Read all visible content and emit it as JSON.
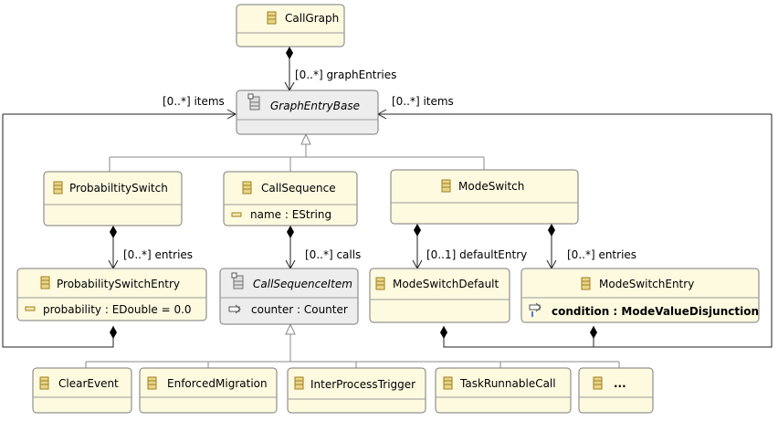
{
  "diagram": {
    "classes": {
      "callgraph": {
        "name": "CallGraph"
      },
      "graph_entry_base": {
        "name": "GraphEntryBase"
      },
      "probability_switch": {
        "name": "ProbabiltitySwitch"
      },
      "call_sequence": {
        "name": "CallSequence",
        "attr": "name : EString"
      },
      "mode_switch": {
        "name": "ModeSwitch"
      },
      "probability_switch_entry": {
        "name": "ProbabilitySwitchEntry",
        "attr": "probability : EDouble = 0.0"
      },
      "call_sequence_item": {
        "name": "CallSequenceItem",
        "attr": "counter : Counter"
      },
      "mode_switch_default": {
        "name": "ModeSwitchDefault"
      },
      "mode_switch_entry": {
        "name": "ModeSwitchEntry",
        "attr": "condition : ModeValueDisjunction"
      },
      "clear_event": {
        "name": "ClearEvent"
      },
      "enforced_migration": {
        "name": "EnforcedMigration"
      },
      "inter_process_trigger": {
        "name": "InterProcessTrigger"
      },
      "task_runnable_call": {
        "name": "TaskRunnableCall"
      },
      "more": {
        "name": "..."
      }
    },
    "references": {
      "graph_entries": "[0..*] graphEntries",
      "items_left": "[0..*] items",
      "items_right": "[0..*] items",
      "prob_entries": "[0..*] entries",
      "calls": "[0..*] calls",
      "default_entry": "[0..1] defaultEntry",
      "mode_entries": "[0..*] entries"
    },
    "colors": {
      "class_fill": "#fdfae0",
      "abstract_fill": "#ededed",
      "icon_fill": "#e8d48a",
      "icon_stroke": "#a08020"
    }
  }
}
